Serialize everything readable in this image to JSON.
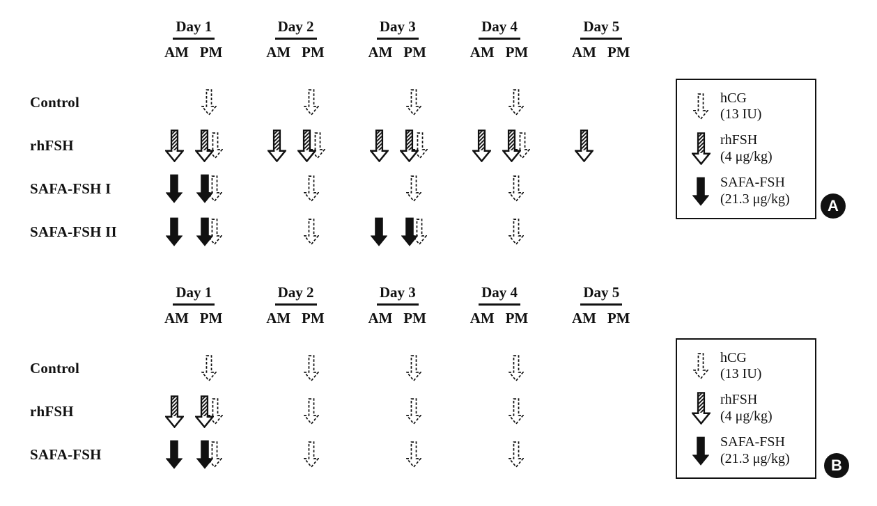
{
  "figure": {
    "panels": [
      {
        "badge": "A",
        "days": [
          "Day 1",
          "Day 2",
          "Day 3",
          "Day 4",
          "Day 5"
        ],
        "time_labels": [
          "AM",
          "PM"
        ],
        "rows": [
          {
            "label": "Control",
            "schedule": [
              {
                "am": [],
                "pm": [
                  "hcg"
                ]
              },
              {
                "am": [],
                "pm": [
                  "hcg"
                ]
              },
              {
                "am": [],
                "pm": [
                  "hcg"
                ]
              },
              {
                "am": [],
                "pm": [
                  "hcg"
                ]
              },
              {
                "am": [],
                "pm": []
              }
            ]
          },
          {
            "label": "rhFSH",
            "schedule": [
              {
                "am": [
                  "rhfsh"
                ],
                "pm": [
                  "rhfsh",
                  "hcg"
                ]
              },
              {
                "am": [
                  "rhfsh"
                ],
                "pm": [
                  "rhfsh",
                  "hcg"
                ]
              },
              {
                "am": [
                  "rhfsh"
                ],
                "pm": [
                  "rhfsh",
                  "hcg"
                ]
              },
              {
                "am": [
                  "rhfsh"
                ],
                "pm": [
                  "rhfsh",
                  "hcg"
                ]
              },
              {
                "am": [
                  "rhfsh"
                ],
                "pm": []
              }
            ]
          },
          {
            "label": "SAFA-FSH I",
            "schedule": [
              {
                "am": [
                  "safa"
                ],
                "pm": [
                  "safa",
                  "hcg"
                ]
              },
              {
                "am": [],
                "pm": [
                  "hcg"
                ]
              },
              {
                "am": [],
                "pm": [
                  "hcg"
                ]
              },
              {
                "am": [],
                "pm": [
                  "hcg"
                ]
              },
              {
                "am": [],
                "pm": []
              }
            ]
          },
          {
            "label": "SAFA-FSH II",
            "schedule": [
              {
                "am": [
                  "safa"
                ],
                "pm": [
                  "safa",
                  "hcg"
                ]
              },
              {
                "am": [],
                "pm": [
                  "hcg"
                ]
              },
              {
                "am": [
                  "safa"
                ],
                "pm": [
                  "safa",
                  "hcg"
                ]
              },
              {
                "am": [],
                "pm": [
                  "hcg"
                ]
              },
              {
                "am": [],
                "pm": []
              }
            ]
          }
        ]
      },
      {
        "badge": "B",
        "days": [
          "Day 1",
          "Day 2",
          "Day 3",
          "Day 4",
          "Day 5"
        ],
        "time_labels": [
          "AM",
          "PM"
        ],
        "rows": [
          {
            "label": "Control",
            "schedule": [
              {
                "am": [],
                "pm": [
                  "hcg"
                ]
              },
              {
                "am": [],
                "pm": [
                  "hcg"
                ]
              },
              {
                "am": [],
                "pm": [
                  "hcg"
                ]
              },
              {
                "am": [],
                "pm": [
                  "hcg"
                ]
              },
              {
                "am": [],
                "pm": []
              }
            ]
          },
          {
            "label": "rhFSH",
            "schedule": [
              {
                "am": [
                  "rhfsh"
                ],
                "pm": [
                  "rhfsh",
                  "hcg"
                ]
              },
              {
                "am": [],
                "pm": [
                  "hcg"
                ]
              },
              {
                "am": [],
                "pm": [
                  "hcg"
                ]
              },
              {
                "am": [],
                "pm": [
                  "hcg"
                ]
              },
              {
                "am": [],
                "pm": []
              }
            ]
          },
          {
            "label": "SAFA-FSH",
            "schedule": [
              {
                "am": [
                  "safa"
                ],
                "pm": [
                  "safa",
                  "hcg"
                ]
              },
              {
                "am": [],
                "pm": [
                  "hcg"
                ]
              },
              {
                "am": [],
                "pm": [
                  "hcg"
                ]
              },
              {
                "am": [],
                "pm": [
                  "hcg"
                ]
              },
              {
                "am": [],
                "pm": []
              }
            ]
          }
        ]
      }
    ],
    "legend": {
      "entries": [
        {
          "arrow": "hcg",
          "name": "hCG",
          "dose": "(13 IU)"
        },
        {
          "arrow": "rhfsh",
          "name": "rhFSH",
          "dose": "(4 μg/kg)"
        },
        {
          "arrow": "safa",
          "name": "SAFA-FSH",
          "dose": "(21.3 μg/kg)"
        }
      ]
    },
    "arrow_semantics": {
      "hcg": "dashed open down-arrow",
      "rhfsh": "diagonal-hatched down-arrow",
      "safa": "solid black down-arrow"
    },
    "colors": {
      "ink": "#111111",
      "background": "#ffffff",
      "badge_bg": "#111111",
      "badge_text": "#ffffff"
    }
  }
}
